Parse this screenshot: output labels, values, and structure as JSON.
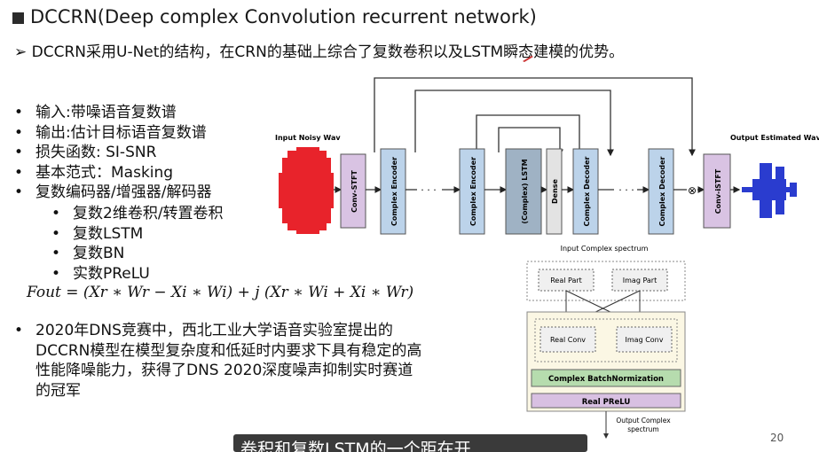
{
  "slide": {
    "title": "DCCRN(Deep complex Convolution recurrent network)",
    "intro": "➢ DCCRN采用U-Net的结构，在CRN的基础上综合了复数卷积以及LSTM瞬态建模的优势。",
    "bullets": [
      "输入:带噪语音复数谱",
      "输出:估计目标语音复数谱",
      "损失函数: SI-SNR",
      "基本范式：Masking",
      "复数编码器/增强器/解码器"
    ],
    "sub_bullets": [
      "复数2维卷积/转置卷积",
      "复数LSTM",
      "复数BN",
      "实数PReLU"
    ],
    "formula": "Fout = (Xr ∗ Wr − Xi ∗ Wi) + j (Xr ∗ Wi + Xi ∗ Wr)",
    "dns_text": "2020年DNS竞赛中，西北工业大学语音实验室提出的DCCRN模型在模型复杂度和低延时内要求下具有稳定的高性能降噪能力，获得了DNS 2020深度噪声抑制实时赛道的冠军",
    "page_number": "20",
    "caption": "卷积和复数LSTM的一个距在开"
  },
  "diagram": {
    "input_label": "Input Noisy Wav",
    "output_label": "Output Estimated Wav",
    "blocks": [
      "Conv-STFT",
      "Complex Encoder",
      "Complex Encoder",
      "(Complex) LSTM",
      "Dense",
      "Complex Decoder",
      "Complex Decoder",
      "Conv-iSTFT"
    ],
    "ellipsis": "· · ·",
    "multiply": "⊗"
  },
  "module": {
    "input_label": "Input Complex spectrum",
    "real_part": "Real Part",
    "imag_part": "Imag Part",
    "real_conv": "Real Conv",
    "imag_conv": "Imag Conv",
    "batchnorm": "Complex BatchNormization",
    "prelu": "Real PReLU",
    "output_label_1": "Output Complex",
    "output_label_2": "spectrum"
  },
  "colors": {
    "stft": "#d9c3e3",
    "encoder": "#bcd3ea",
    "lstm": "#9fb2c4",
    "dense": "#e3e3e3",
    "batchnorm": "#b6dcae",
    "prelu": "#d8c0e2",
    "wave_in": "#e8232b",
    "wave_out": "#2a3ccf"
  }
}
